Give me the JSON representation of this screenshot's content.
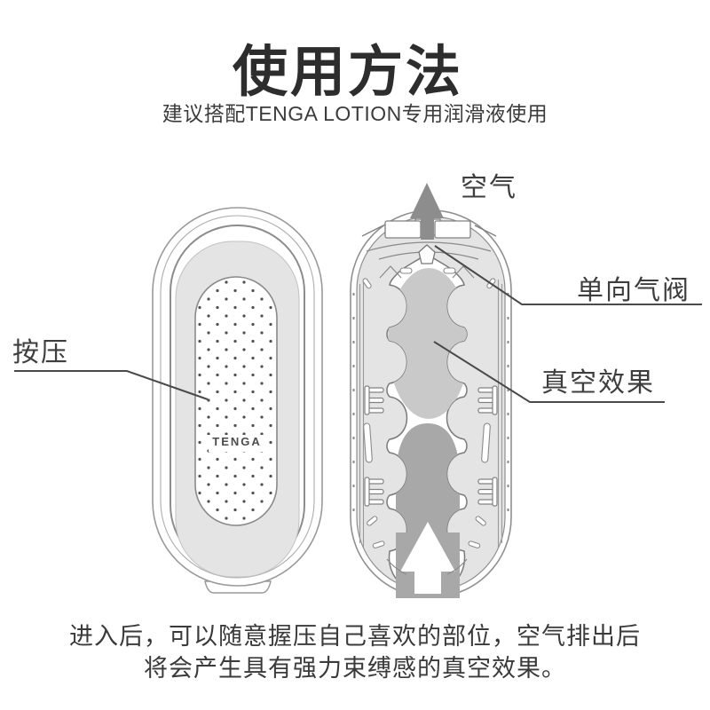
{
  "header": {
    "title": "使用方法",
    "subtitle": "建议搭配TENGA LOTION专用润滑液使用"
  },
  "diagram": {
    "labels": {
      "air": "空气",
      "one_way_valve": "单向气阀",
      "vacuum_effect": "真空效果",
      "press": "按压"
    },
    "brand_logo": "TENGA"
  },
  "footer": {
    "line1": "进入后，可以随意握压自己喜欢的部位，空气排出后",
    "line2": "将会产生具有强力束缚感的真空效果。"
  },
  "colors": {
    "background": "#ffffff",
    "title_text": "#2d2d2d",
    "body_text": "#3a3a3a",
    "label_text": "#3e3e3e",
    "outline_gray": "#8f8f8f",
    "body_gray": "#e4e4e4",
    "chamber_gray": "#c9c9c9",
    "insert_gray": "#a8a8a8",
    "air_arrow_gray": "#8d8d8d",
    "leader_line": "#4a4a4a",
    "dot_gray": "#4f4f4f"
  }
}
